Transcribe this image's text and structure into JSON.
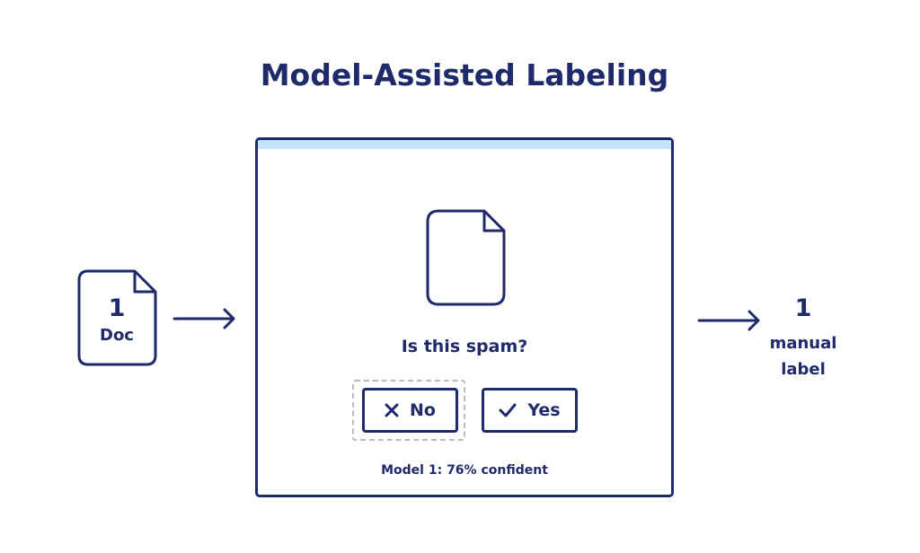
{
  "title": "Model-Assisted Labeling",
  "input": {
    "count": "1",
    "label": "Doc",
    "icon": "document-icon"
  },
  "panel": {
    "header_color": "#c4e4fb",
    "document_icon": "document-icon",
    "question": "Is this spam?",
    "buttons": [
      {
        "label": "No",
        "icon": "x-icon",
        "highlighted": true
      },
      {
        "label": "Yes",
        "icon": "check-icon",
        "highlighted": false
      }
    ],
    "confidence": "Model 1: 76% confident"
  },
  "output": {
    "count": "1",
    "label_line1": "manual",
    "label_line2": "label"
  },
  "colors": {
    "primary": "#1f2a6b",
    "accent_bar": "#c4e4fb",
    "dashed_highlight": "#b9bcc8"
  }
}
